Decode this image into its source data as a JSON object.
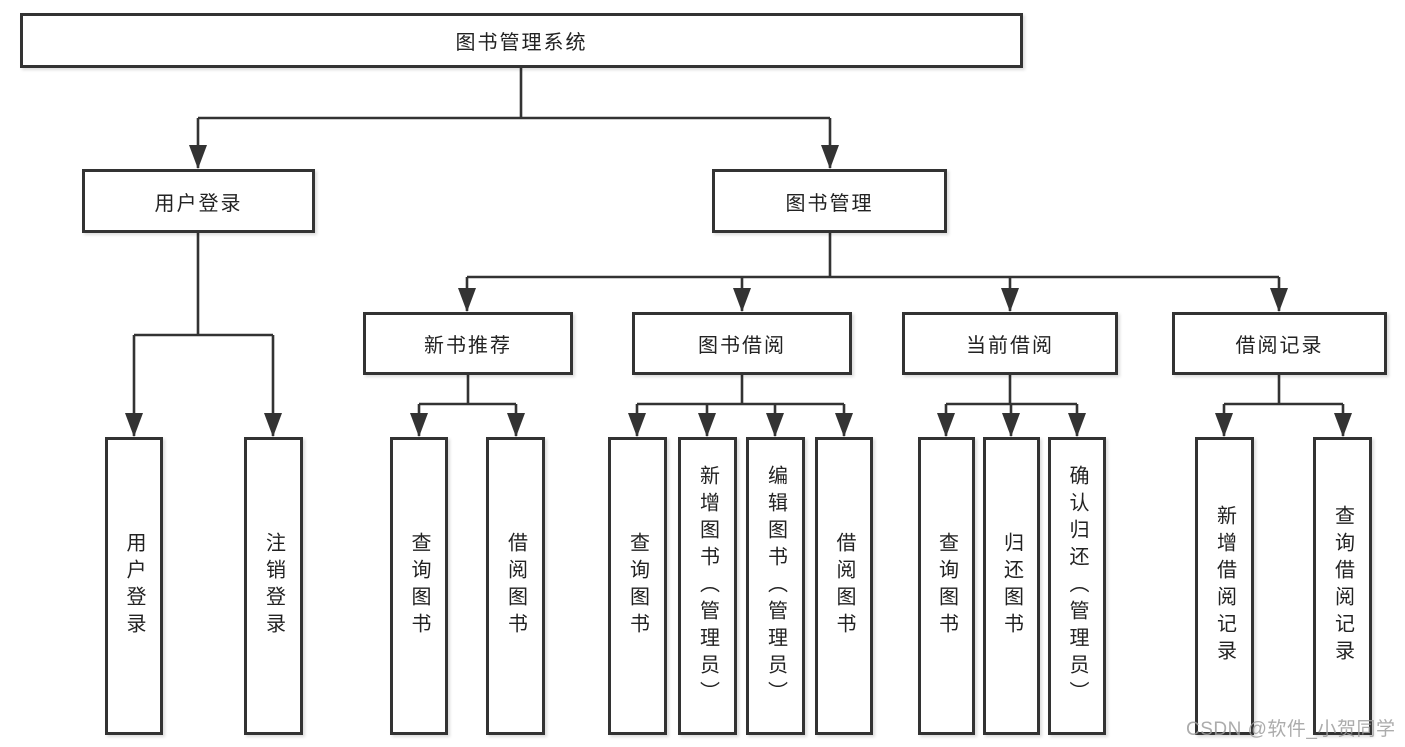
{
  "colors": {
    "line": "#333333",
    "box_border": "#333333",
    "box_fill": "#ffffff",
    "text": "#222222",
    "watermark": "#9e9e9e"
  },
  "watermark": "CSDN @软件_小贺同学",
  "tree": {
    "root": "图书管理系统",
    "branches": [
      {
        "label": "用户登录",
        "children": [
          "用户登录",
          "注销登录"
        ]
      },
      {
        "label": "图书管理",
        "groups": [
          {
            "label": "新书推荐",
            "children": [
              "查询图书",
              "借阅图书"
            ]
          },
          {
            "label": "图书借阅",
            "children": [
              "查询图书",
              "新增图书（管理员）",
              "编辑图书（管理员）",
              "借阅图书"
            ]
          },
          {
            "label": "当前借阅",
            "children": [
              "查询图书",
              "归还图书",
              "确认归还（管理员）"
            ]
          },
          {
            "label": "借阅记录",
            "children": [
              "新增借阅记录",
              "查询借阅记录"
            ]
          }
        ]
      }
    ]
  }
}
